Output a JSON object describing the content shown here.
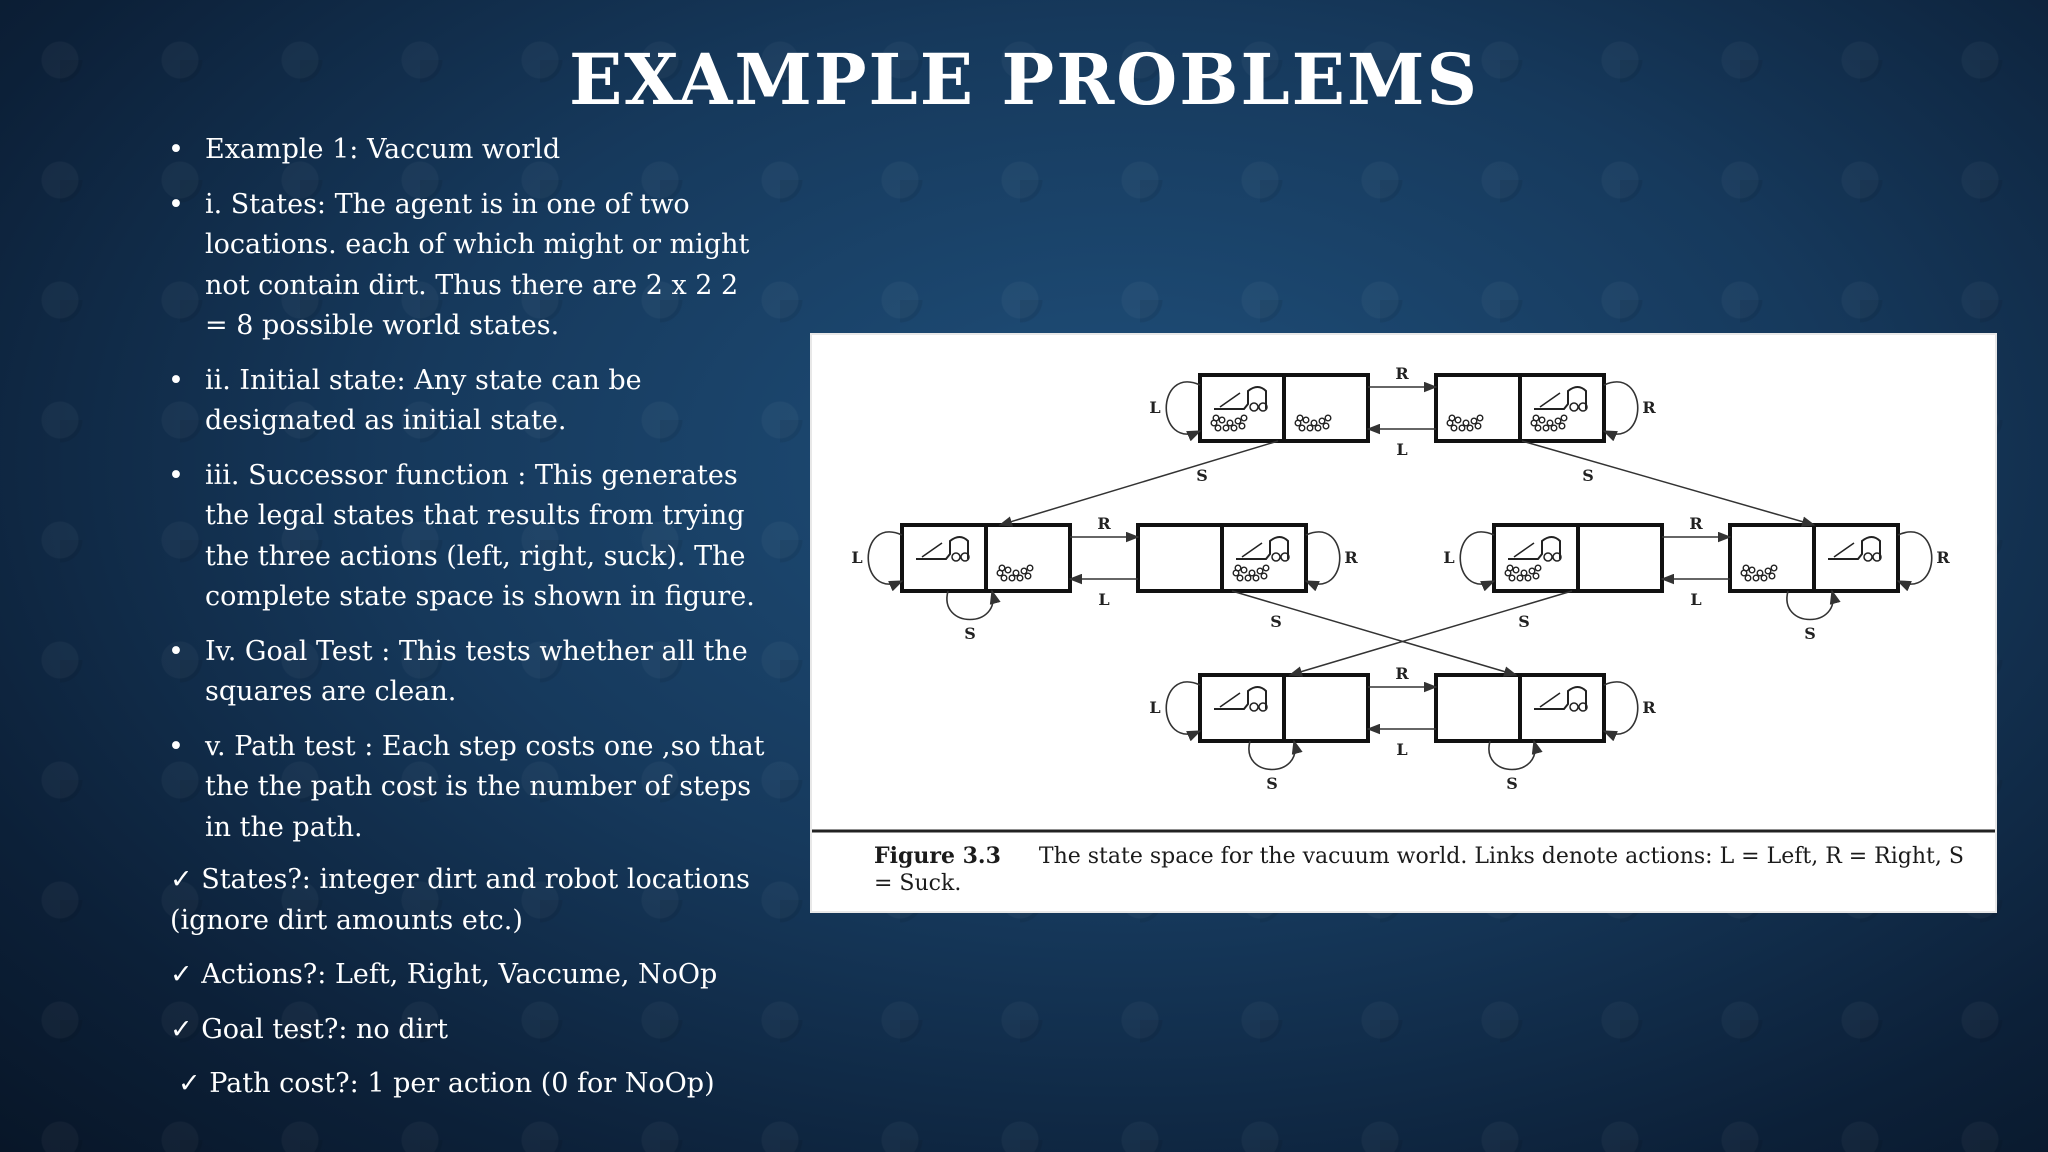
{
  "title": "EXAMPLE PROBLEMS",
  "bullets": [
    "Example 1: Vaccum world",
    "i. States: The agent is in one of two locations. each of which might or might not contain dirt. Thus there are 2 x 2 2 = 8 possible world states.",
    "ii. Initial state: Any state can be designated as initial state.",
    "iii. Successor function : This generates the legal states that results from trying the three actions (left, right, suck). The complete state space is shown in figure.",
    "Iv. Goal Test : This tests whether all the squares are clean.",
    "v. Path test : Each step costs one ,so that the the path cost is the number of steps in the path."
  ],
  "checks": [
    "✓ States?: integer dirt and robot locations (ignore dirt amounts etc.)",
    "✓ Actions?: Left, Right, Vaccume, NoOp",
    "✓ Goal test?: no dirt",
    "✓ Path cost?: 1 per action (0 for NoOp)"
  ],
  "figure": {
    "label": "Figure 3.3",
    "caption_text": "The state space for the vacuum world. Links denote actions: L = Left, R = Right, S = Suck.",
    "edge_labels": {
      "left": "L",
      "right": "R",
      "suck": "S"
    }
  }
}
